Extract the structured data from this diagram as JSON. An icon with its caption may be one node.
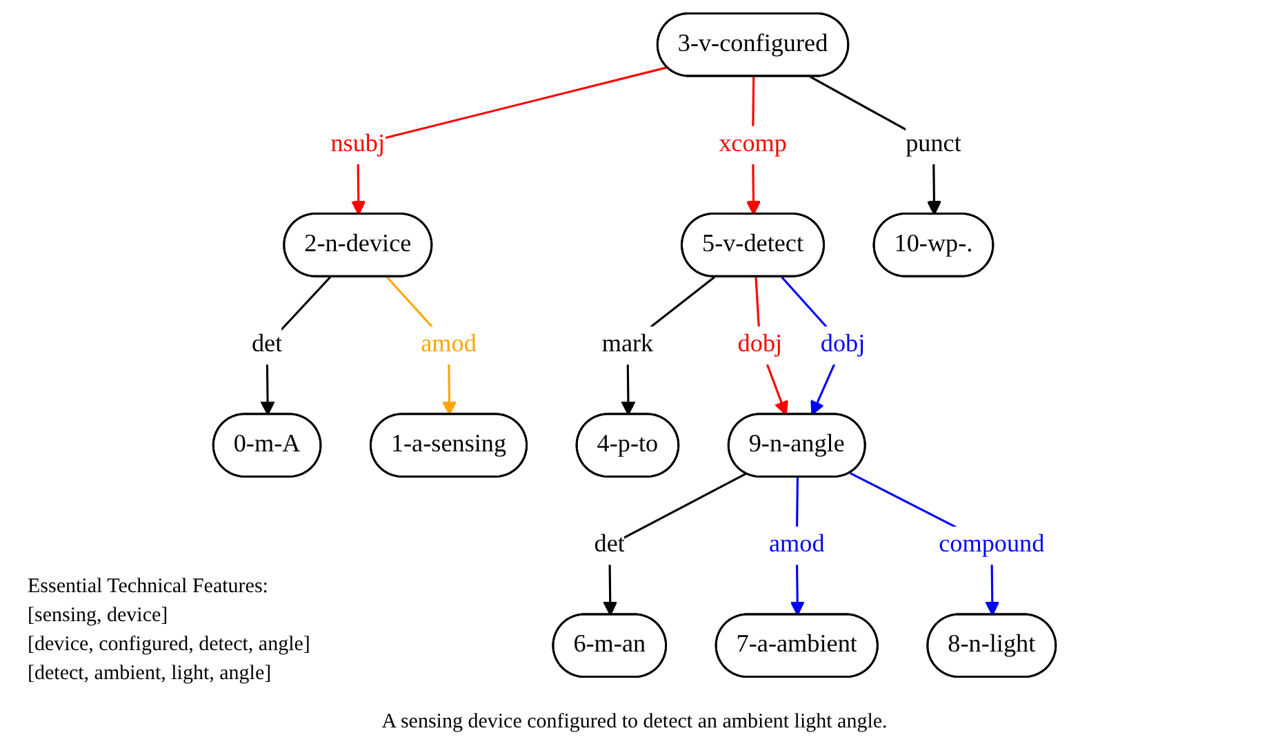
{
  "diagram": {
    "caption": "A sensing device configured to detect an ambient light angle.",
    "nodes": [
      {
        "text": [
          "3-v-configured"
        ]
      },
      {
        "text": [
          "2-n-device"
        ]
      },
      {
        "text": [
          "5-v-detect"
        ]
      },
      {
        "text": [
          "10-wp-."
        ]
      },
      {
        "text": [
          "0-m-A"
        ]
      },
      {
        "text": [
          "1-a-sensing"
        ]
      },
      {
        "text": [
          "4-p-to"
        ]
      },
      {
        "text": [
          "9-n-angle"
        ]
      },
      {
        "text": [
          "6-m-an"
        ]
      },
      {
        "text": [
          "7-a-ambient"
        ]
      },
      {
        "text": [
          "8-n-light"
        ]
      }
    ],
    "edges": [
      {
        "from": 0,
        "to": 1,
        "arrow": "to",
        "label": "nsubj",
        "color": "#ff0000"
      },
      {
        "from": 0,
        "to": 2,
        "arrow": "to",
        "label": "xcomp",
        "color": "#ff0000"
      },
      {
        "from": 0,
        "to": 3,
        "arrow": "to",
        "label": "punct"
      },
      {
        "from": 1,
        "to": 4,
        "arrow": "to",
        "label": "det"
      },
      {
        "from": 1,
        "to": 5,
        "arrow": "to",
        "label": "amod",
        "color": "#ffa500"
      },
      {
        "from": 2,
        "to": 6,
        "arrow": "to",
        "label": "mark"
      },
      {
        "from": 2,
        "to": 7,
        "arrow": "to",
        "label": "dobj",
        "color": "#ff0000"
      },
      {
        "from": 2,
        "to": 7,
        "arrow": "to",
        "label": "dobj",
        "color": "#0000ff"
      },
      {
        "from": 7,
        "to": 8,
        "arrow": "to",
        "label": "det"
      },
      {
        "from": 7,
        "to": 9,
        "arrow": "to",
        "label": "amod",
        "color": "#0000ff"
      },
      {
        "from": 7,
        "to": 10,
        "arrow": "to",
        "label": "compound",
        "color": "#0000ff"
      }
    ],
    "labels": [
      "Essential Technical Features:",
      "[sensing, device]",
      "[device, configured, detect, angle]",
      "[detect, ambient, light, angle]"
    ]
  }
}
